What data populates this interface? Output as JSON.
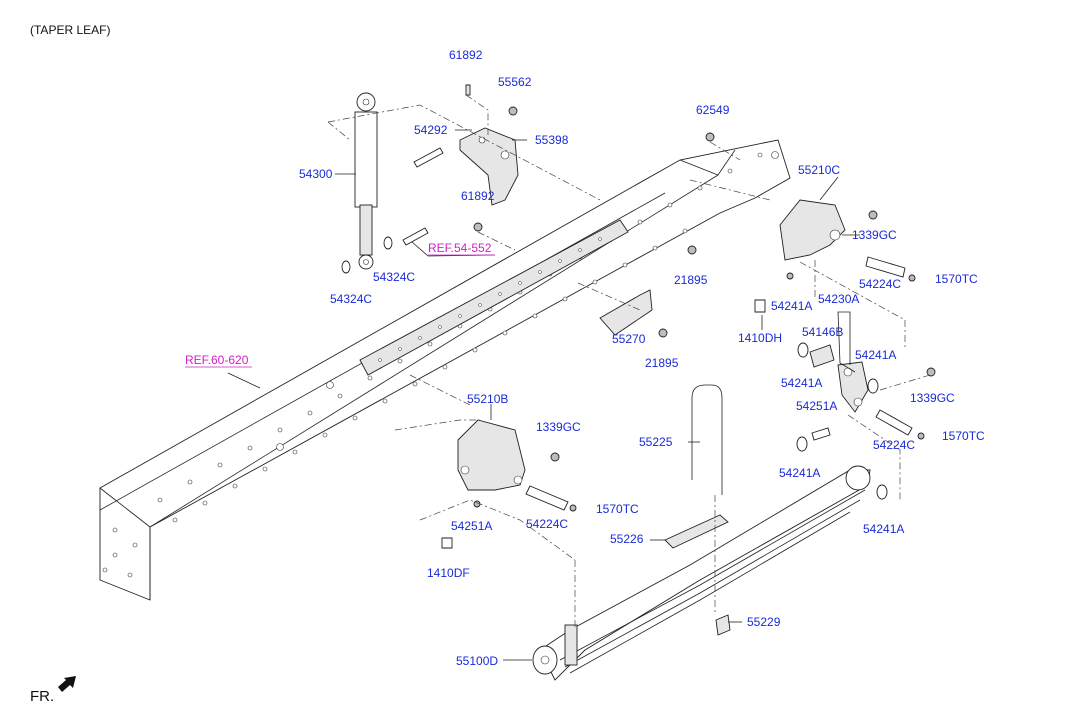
{
  "caption": "(TAPER LEAF)",
  "direction": "FR.",
  "refs": [
    "REF.54-552",
    "REF.60-620"
  ],
  "parts": [
    "61892",
    "55562",
    "54292",
    "55398",
    "54300",
    "61892",
    "54324C",
    "REF.54-552",
    "54324C",
    "62549",
    "55210C",
    "1339GC",
    "54224C",
    "1570TC",
    "21895",
    "54241A",
    "54230A",
    "1410DH",
    "55270",
    "21895",
    "54146B",
    "54241A",
    "54241A",
    "54251A",
    "1339GC",
    "54224C",
    "1570TC",
    "55210B",
    "1339GC",
    "55225",
    "54241A",
    "54241A",
    "54251A",
    "54224C",
    "1570TC",
    "55226",
    "1410DF",
    "55229",
    "55100D"
  ],
  "colors": {
    "part_label": "#1a2bd6",
    "ref_label": "#d21fc8",
    "line": "#222222"
  }
}
